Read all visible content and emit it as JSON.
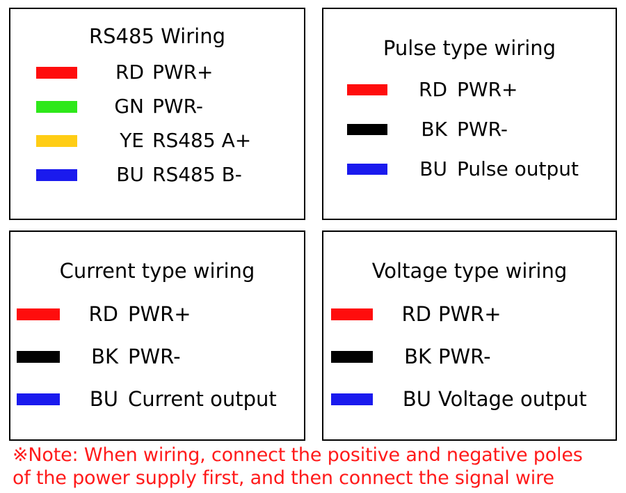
{
  "colors": {
    "red": "#ff0d0d",
    "green": "#2ee81a",
    "yellow": "#ffcd15",
    "blue": "#1a1aee",
    "black": "#000000",
    "border": "#000000",
    "note_red": "#ff1a1a",
    "background": "#ffffff"
  },
  "panels": {
    "rs485": {
      "title": "RS485 Wiring",
      "rows": [
        {
          "color": "#ff0d0d",
          "color_name": "red",
          "code": "RD",
          "desc": "PWR+"
        },
        {
          "color": "#2ee81a",
          "color_name": "green",
          "code": "GN",
          "desc": "PWR-"
        },
        {
          "color": "#ffcd15",
          "color_name": "yellow",
          "code": "YE",
          "desc": "RS485 A+"
        },
        {
          "color": "#1a1aee",
          "color_name": "blue",
          "code": "BU",
          "desc": "RS485 B-"
        }
      ]
    },
    "pulse": {
      "title": "Pulse type wiring",
      "rows": [
        {
          "color": "#ff0d0d",
          "color_name": "red",
          "code": "RD",
          "desc": "PWR+"
        },
        {
          "color": "#000000",
          "color_name": "black",
          "code": "BK",
          "desc": "PWR-"
        },
        {
          "color": "#1a1aee",
          "color_name": "blue",
          "code": "BU",
          "desc": "Pulse output"
        }
      ]
    },
    "current": {
      "title": "Current type wiring",
      "rows": [
        {
          "color": "#ff0d0d",
          "color_name": "red",
          "code": "RD",
          "desc": "PWR+"
        },
        {
          "color": "#000000",
          "color_name": "black",
          "code": "BK",
          "desc": "PWR-"
        },
        {
          "color": "#1a1aee",
          "color_name": "blue",
          "code": "BU",
          "desc": "Current output"
        }
      ]
    },
    "voltage": {
      "title": "Voltage type wiring",
      "rows": [
        {
          "color": "#ff0d0d",
          "color_name": "red",
          "code": "RD",
          "desc": "PWR+"
        },
        {
          "color": "#000000",
          "color_name": "black",
          "code": "BK",
          "desc": "PWR-"
        },
        {
          "color": "#1a1aee",
          "color_name": "blue",
          "code": "BU",
          "desc": "Voltage output"
        }
      ]
    }
  },
  "note": {
    "line1": "※Note: When wiring, connect the positive and negative poles",
    "line2": "of the power supply first, and then connect the signal wire"
  }
}
